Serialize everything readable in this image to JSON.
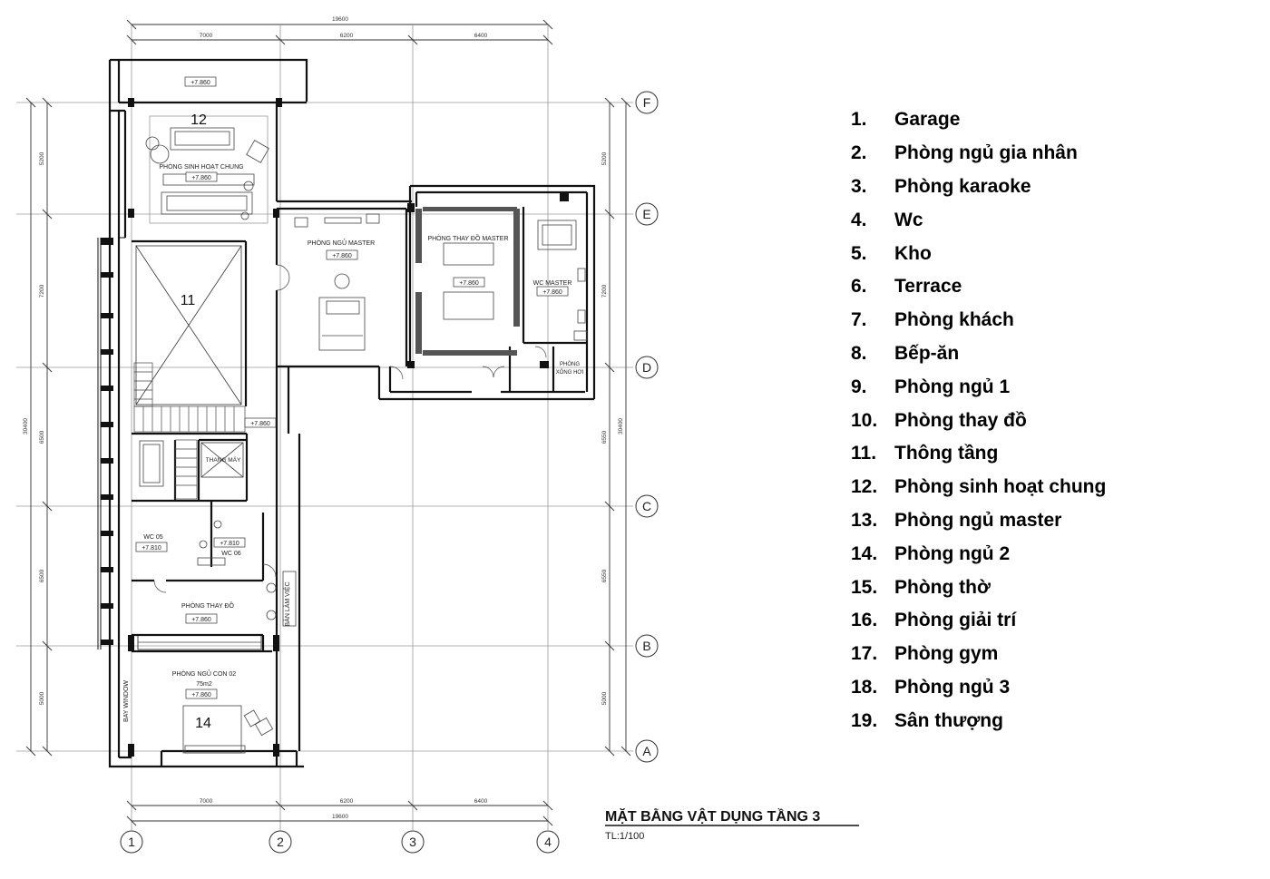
{
  "plan": {
    "title": "MẶT BẰNG VẬT DỤNG TẦNG 3",
    "scale": "TL:1/100",
    "dims": {
      "top_total": "19600",
      "top_segments": [
        "7000",
        "6200",
        "6400"
      ],
      "bottom_total": "19600",
      "bottom_segments": [
        "7000",
        "6200",
        "6400"
      ],
      "left_total": "30400",
      "left_segments": [
        "5200",
        "7200",
        "6500",
        "6500",
        "5000"
      ],
      "right_total": "30400",
      "right_segments": [
        "5200",
        "7200",
        "6550",
        "6550",
        "5000"
      ]
    },
    "grid_cols": [
      "1",
      "2",
      "3",
      "4"
    ],
    "grid_rows": [
      "F",
      "E",
      "D",
      "C",
      "B",
      "A"
    ],
    "rooms": {
      "sinh_hoat": "PHÒNG SINH HOẠT CHUNG",
      "ngu_master": "PHÒNG NGỦ MASTER",
      "thay_do_master": "PHÒNG THAY ĐỒ MASTER",
      "wc_master": "WC MASTER",
      "xong_hoi_1": "PHÒNG",
      "xong_hoi_2": "XÔNG HƠI",
      "thang_may": "THANG MÁY",
      "wc05": "WC 05",
      "wc06": "WC 06",
      "thay_do": "PHÒNG THAY ĐỒ",
      "ban_lam_viec": "BÀN LÀM VIỆC",
      "ngu_con": "PHÒNG NGỦ CON 02",
      "ngu_con_area": "75m2",
      "bay_window": "BAY WINDOW"
    },
    "levels": {
      "terrace": "+7.860",
      "sinh_hoat": "+7.860",
      "master": "+7.860",
      "thay_do_master": "+7.860",
      "wc_master": "+7.860",
      "stair": "+7.860",
      "wc05": "+7.810",
      "wc06": "+7.810",
      "thay_do": "+7.860",
      "ngu_con": "+7.860"
    },
    "room_numbers": {
      "n12": "12",
      "n11": "11",
      "n14": "14"
    }
  },
  "legend": [
    {
      "num": "1.",
      "label": "Garage"
    },
    {
      "num": "2.",
      "label": "Phòng ngủ gia nhân"
    },
    {
      "num": "3.",
      "label": "Phòng karaoke"
    },
    {
      "num": "4.",
      "label": "Wc"
    },
    {
      "num": "5.",
      "label": "Kho"
    },
    {
      "num": "6.",
      "label": "Terrace"
    },
    {
      "num": "7.",
      "label": "Phòng khách"
    },
    {
      "num": "8.",
      "label": "Bếp-ăn"
    },
    {
      "num": "9.",
      "label": "Phòng ngủ 1"
    },
    {
      "num": "10.",
      "label": "Phòng thay đồ"
    },
    {
      "num": "11.",
      "label": "Thông tầng"
    },
    {
      "num": "12.",
      "label": "Phòng sinh hoạt chung"
    },
    {
      "num": "13.",
      "label": "Phòng ngủ master"
    },
    {
      "num": "14.",
      "label": "Phòng ngủ 2"
    },
    {
      "num": "15.",
      "label": "Phòng thờ"
    },
    {
      "num": "16.",
      "label": "Phòng giải trí"
    },
    {
      "num": "17.",
      "label": "Phòng gym"
    },
    {
      "num": "18.",
      "label": "Phòng ngủ 3"
    },
    {
      "num": "19.",
      "label": "Sân thượng"
    }
  ]
}
